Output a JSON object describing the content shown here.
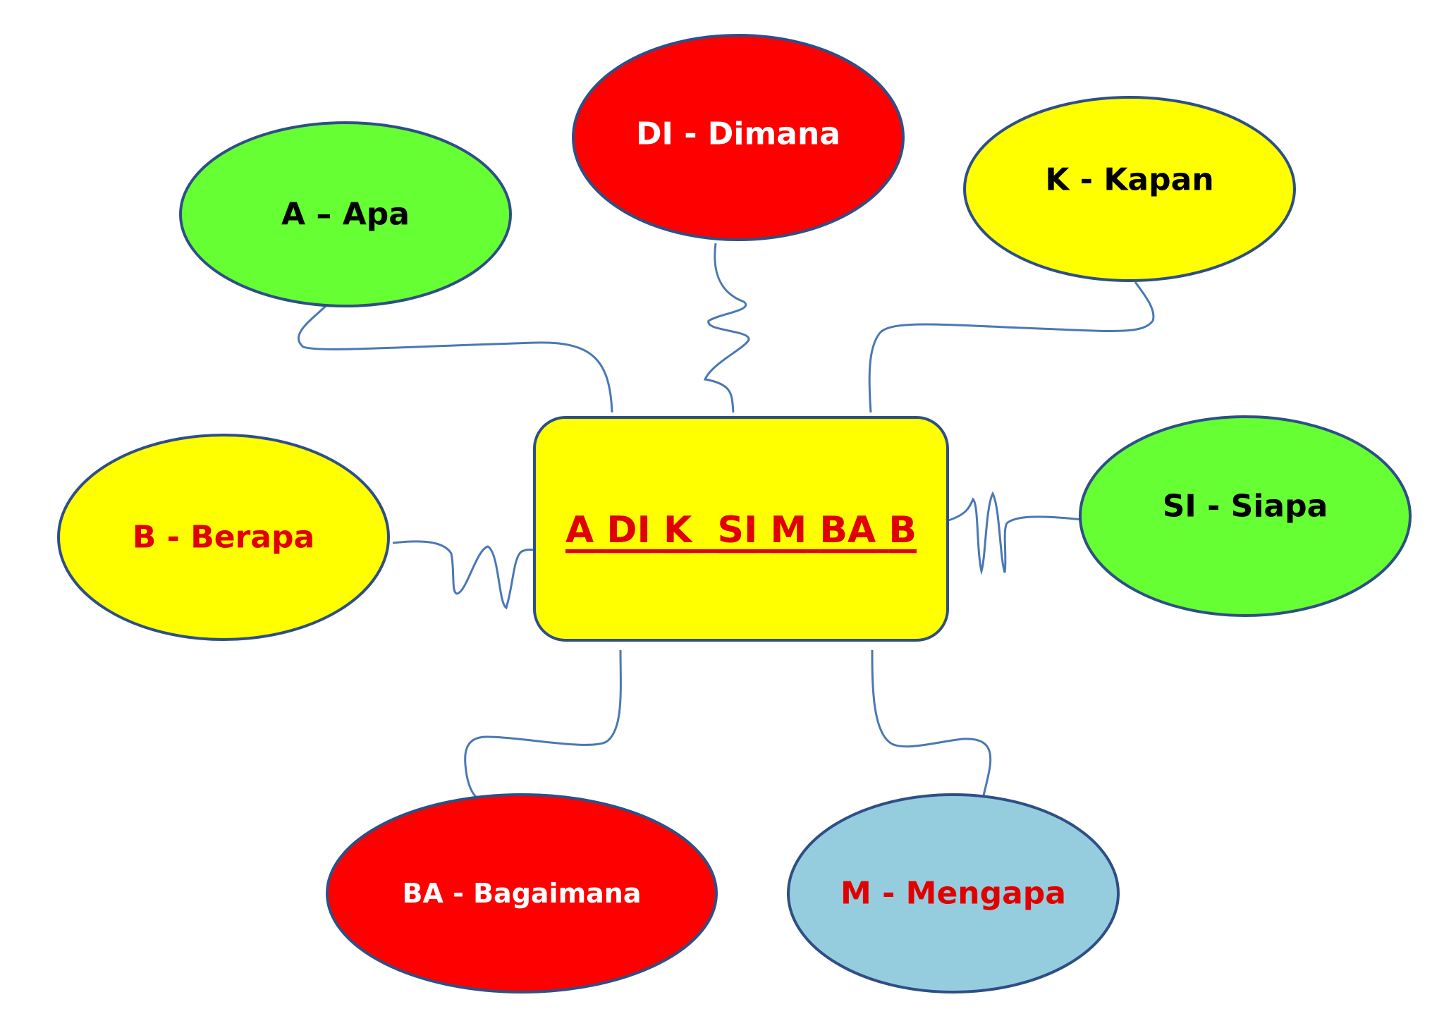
{
  "center": {
    "words": [
      "A",
      "DI",
      "K",
      "SI",
      "M",
      "BA",
      "B"
    ],
    "fill": "#FFFF00",
    "text_color": "#E00000"
  },
  "nodes": [
    {
      "id": "apa",
      "label": "A – Apa",
      "fill": "#66FF33",
      "text_color": "#000000"
    },
    {
      "id": "dimana",
      "label": "DI - Dimana",
      "fill": "#FF0000",
      "text_color": "#FFFFFF"
    },
    {
      "id": "kapan",
      "label": "K - Kapan",
      "fill": "#FFFF00",
      "text_color": "#000000"
    },
    {
      "id": "berapa",
      "label": "B - Berapa",
      "fill": "#FFFF00",
      "text_color": "#E00000"
    },
    {
      "id": "siapa",
      "label": "SI - Siapa",
      "fill": "#66FF33",
      "text_color": "#000000"
    },
    {
      "id": "bagaimana",
      "label": "BA - Bagaimana",
      "fill": "#FF0000",
      "text_color": "#FFFFFF"
    },
    {
      "id": "mengapa",
      "label": "M - Mengapa",
      "fill": "#96CDDE",
      "text_color": "#E00000"
    }
  ],
  "colors": {
    "stroke": "#2E4F86",
    "connector": "#4A78B5"
  }
}
